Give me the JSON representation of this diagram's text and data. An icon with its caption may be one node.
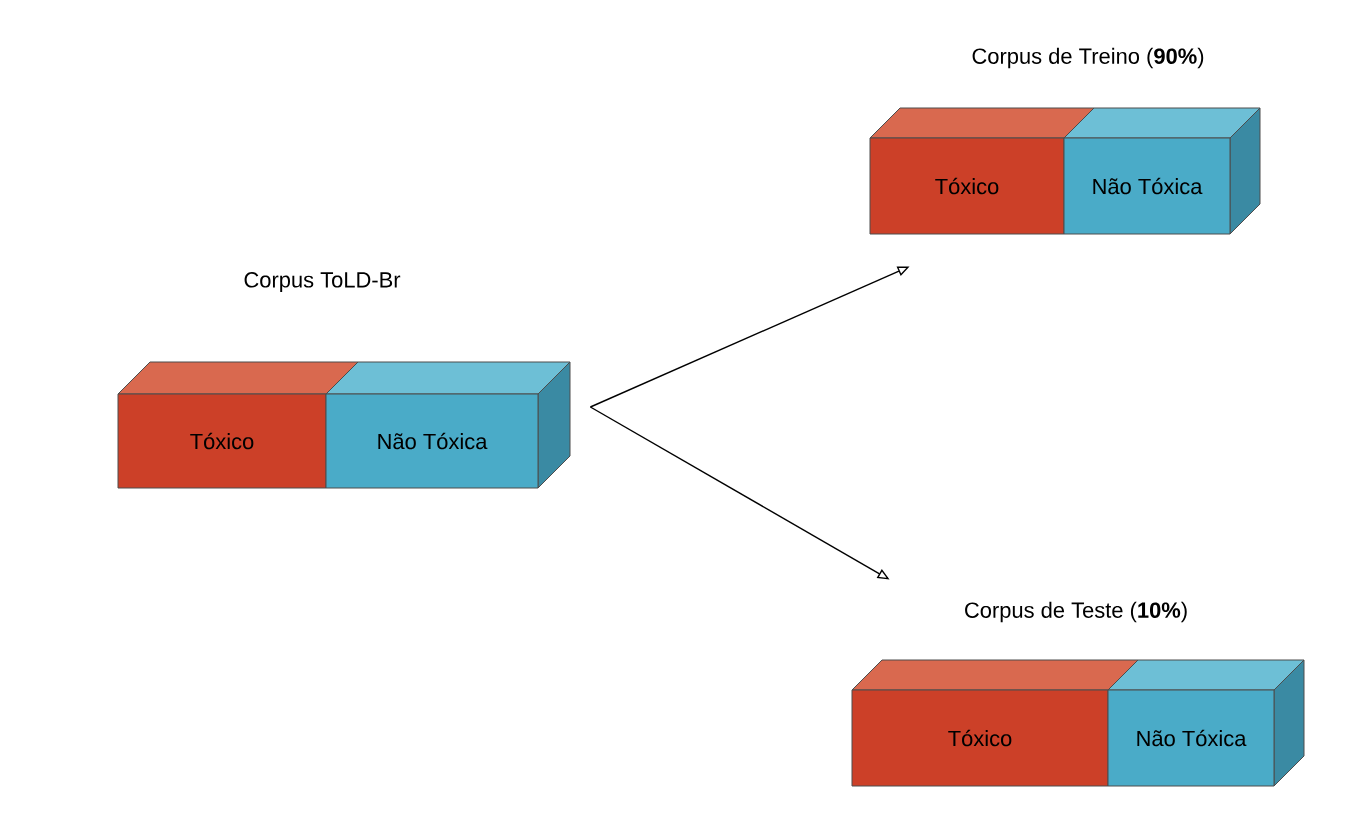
{
  "diagram": {
    "nodes": [
      {
        "text": [
          "Corpus ToLD-Br"
        ]
      },
      {
        "text": [
          "Tóxico"
        ],
        "in": 0
      },
      {
        "text": [
          "Não Tóxica"
        ],
        "in": 0
      },
      {
        "text": [
          "Corpus de Treino (**90%**)"
        ]
      },
      {
        "text": [
          "Tóxico"
        ],
        "in": 3
      },
      {
        "text": [
          "Não Tóxica"
        ],
        "in": 3
      },
      {
        "text": [
          "Corpus de Teste (**10%**)"
        ]
      },
      {
        "text": [
          "Tóxico"
        ],
        "in": 6
      },
      {
        "text": [
          "Não Tóxica"
        ],
        "in": 6
      }
    ],
    "edges": [
      {
        "from": 0,
        "to": 3,
        "arrow": "to"
      },
      {
        "from": 0,
        "to": 6,
        "arrow": "to"
      }
    ]
  }
}
